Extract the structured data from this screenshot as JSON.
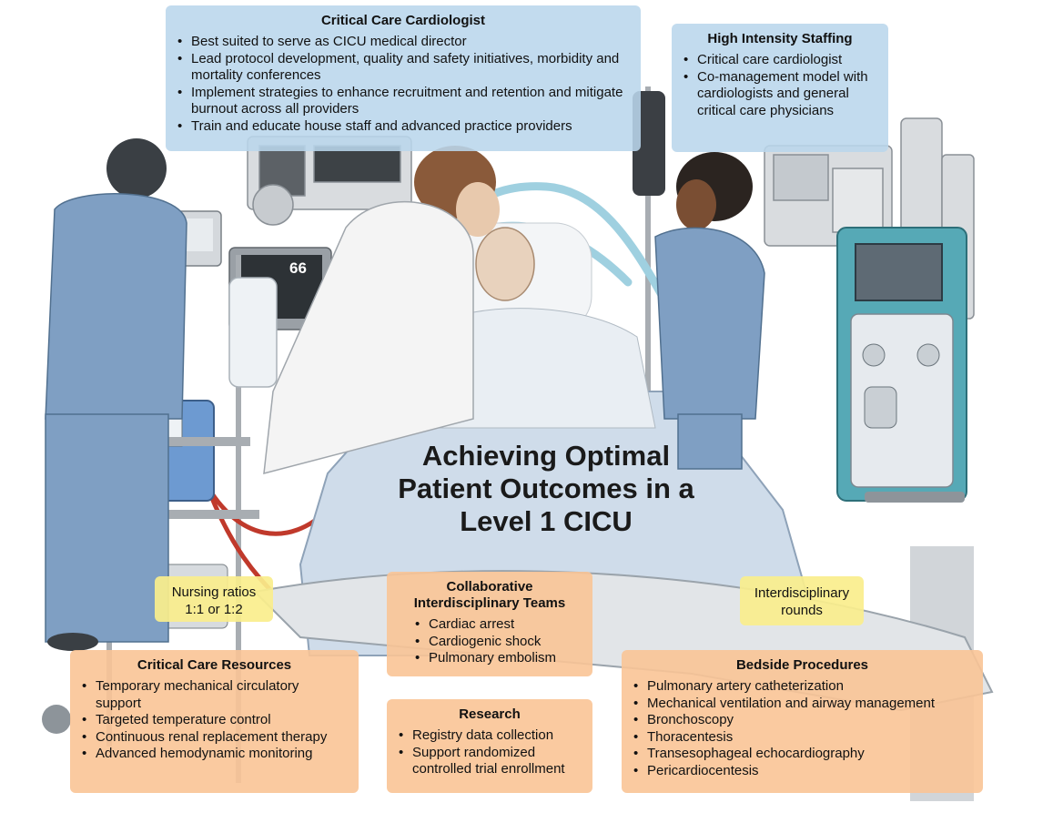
{
  "title_lines": [
    "Achieving Optimal",
    "Patient Outcomes in a",
    "Level 1 CICU"
  ],
  "boxes": {
    "critical_care_cardiologist": {
      "heading": "Critical Care Cardiologist",
      "items": [
        "Best suited to serve as CICU medical director",
        "Lead protocol development, quality and safety initiatives, morbidity and mortality conferences",
        "Implement strategies to enhance recruitment and retention and mitigate burnout across all providers",
        "Train and educate house staff and advanced practice providers"
      ]
    },
    "high_intensity_staffing": {
      "heading": "High Intensity Staffing",
      "items": [
        "Critical care cardiologist",
        "Co-management model with cardiologists and general critical care physicians"
      ]
    },
    "nursing_ratios": {
      "lines": [
        "Nursing ratios",
        "1:1 or 1:2"
      ]
    },
    "interdisciplinary_rounds": {
      "lines": [
        "Interdisciplinary",
        "rounds"
      ]
    },
    "collaborative_teams": {
      "heading_lines": [
        "Collaborative",
        "Interdisciplinary Teams"
      ],
      "items": [
        "Cardiac arrest",
        "Cardiogenic shock",
        "Pulmonary embolism"
      ]
    },
    "critical_care_resources": {
      "heading": "Critical Care Resources",
      "items": [
        "Temporary mechanical circulatory support",
        "Targeted temperature control",
        "Continuous renal replacement therapy",
        "Advanced hemodynamic monitoring"
      ]
    },
    "research": {
      "heading": "Research",
      "items": [
        "Registry data collection",
        "Support randomized controlled trial enrollment"
      ]
    },
    "bedside_procedures": {
      "heading": "Bedside Procedures",
      "items": [
        "Pulmonary artery catheterization",
        "Mechanical ventilation and airway management",
        "Bronchoscopy",
        "Thoracentesis",
        "Transesophageal echocardiography",
        "Pericardiocentesis"
      ]
    }
  },
  "monitor_reading": "66",
  "colors": {
    "scrubs": "#7f9fc3",
    "coat": "#f4f4f4",
    "sheet": "#cfdcea",
    "machine_teal": "#56a9b6",
    "tube_red": "#c0392b"
  }
}
